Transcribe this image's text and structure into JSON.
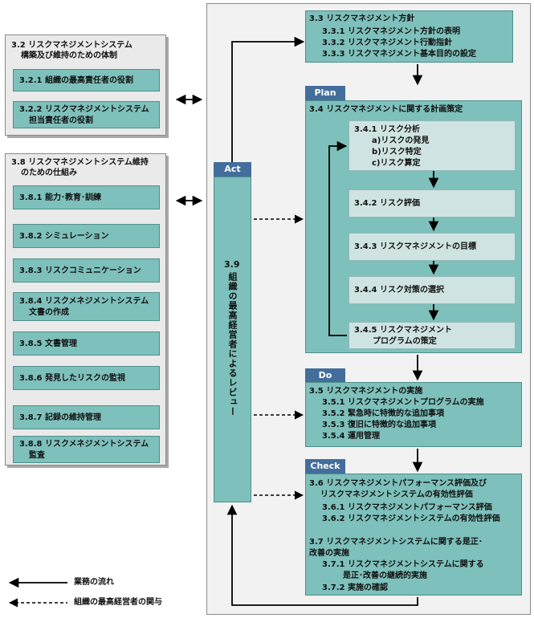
{
  "left_panel_1": {
    "title_line1": "3.2 リスクマネジメントシステム",
    "title_line2": "構築及び維持のための体制",
    "items": [
      {
        "line1": "3.2.1 組織の最高責任者の役割",
        "line2": ""
      },
      {
        "line1": "3.2.2 リスクマネジメントシステム",
        "line2": "担当責任者の役割"
      }
    ]
  },
  "left_panel_2": {
    "title_line1": "3.8 リスクマネジメントシステム維持",
    "title_line2": "のための仕組み",
    "items": [
      {
        "line1": "3.8.1 能力･教育･訓練",
        "line2": ""
      },
      {
        "line1": "3.8.2 シミュレーション",
        "line2": ""
      },
      {
        "line1": "3.8.3 リスクコミュニケーション",
        "line2": ""
      },
      {
        "line1": "3.8.4 リスクメネジメントシステム",
        "line2": "文書の作成"
      },
      {
        "line1": "3.8.5 文書管理",
        "line2": ""
      },
      {
        "line1": "3.8.6 発見したリスクの監視",
        "line2": ""
      },
      {
        "line1": "3.8.7 記録の維持管理",
        "line2": ""
      },
      {
        "line1": "3.8.8 リスクメネジメントシステム",
        "line2": "監査"
      }
    ]
  },
  "act": {
    "tab": "Act",
    "number": "3.9",
    "text": "組織の最高経営者によるレビュー"
  },
  "policy": {
    "title": "3.3 リスクマネジメント方針",
    "lines": [
      "3.3.1 リスクマネジメント方針の表明",
      "3.3.2 リスクマネジメント行動指針",
      "3.3.3 リスクマネジメント基本目的の設定"
    ]
  },
  "plan": {
    "tab": "Plan",
    "title": "3.4 リスクマネジメントに関する計画策定",
    "step1": {
      "title": "3.4.1 リスク分析",
      "items": [
        {
          "mark": "a)",
          "text": "リスクの発見"
        },
        {
          "mark": "b)",
          "text": "リスク特定"
        },
        {
          "mark": "c)",
          "text": "リスク算定"
        }
      ]
    },
    "step2": "3.4.2 リスク評価",
    "step3": "3.4.3 リスクマネジメントの目標",
    "step4": "3.4.4 リスク対策の選択",
    "step5_line1": "3.4.5 リスクマネジメント",
    "step5_line2": "プログラムの策定"
  },
  "do": {
    "tab": "Do",
    "title": "3.5 リスクマネジメントの実施",
    "lines": [
      "3.5.1 リスクマネジメントプログラムの実施",
      "3.5.2 緊急時に特徴的な追加事項",
      "3.5.3 復旧に特徴的な追加事項",
      "3.5.4 運用管理"
    ]
  },
  "check": {
    "tab": "Check",
    "s36_line1": "3.6 リスクマネジメントパフォーマンス評価及び",
    "s36_line2": "リスクマネジメントシステムの有効性評価",
    "s36_items": [
      "3.6.1 リスクマネジメントパフォーマンス評価",
      "3.6.2 リスクマネジメントシステムの有効性評価"
    ],
    "s37_line1": "3.7 リスクマネジメントシステムに関する是正･",
    "s37_line2": "改善の実施",
    "s371_line1": "3.7.1 リスクマネジメントシステムに関する",
    "s371_line2": "是正･改善の継続的実施",
    "s372": "3.7.2 実施の確認"
  },
  "legend": {
    "flow": "業務の流れ",
    "involvement": "組織の最高経営者の関与"
  }
}
